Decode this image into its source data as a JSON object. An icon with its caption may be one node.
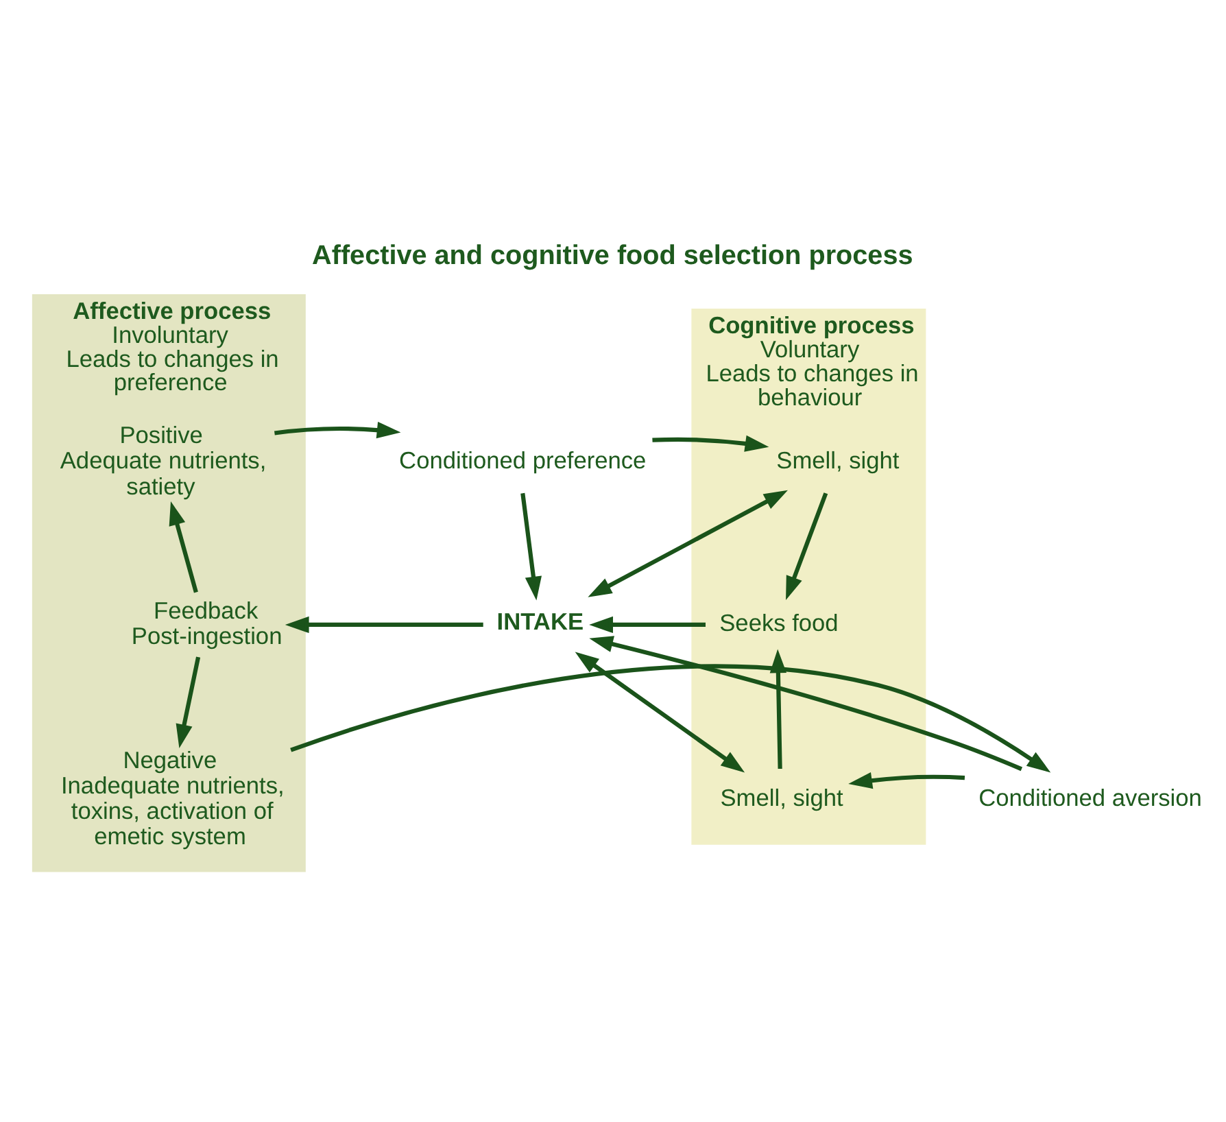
{
  "diagram": {
    "title": "Affective and cognitive food selection process",
    "nodes": [
      {
        "text": [
          "Affective process",
          "Involuntary",
          "Leads to changes in preference"
        ]
      },
      {
        "text": [
          "Cognitive process",
          "Voluntary",
          "Leads to changes in behaviour"
        ]
      },
      {
        "text": [
          "Positive",
          "Adequate nutrients, satiety"
        ],
        "in": 0
      },
      {
        "text": [
          "Conditioned preference"
        ]
      },
      {
        "text": [
          "Smell, sight"
        ],
        "in": 1
      },
      {
        "text": [
          "Feedback",
          "Post-ingestion"
        ],
        "in": 0
      },
      {
        "text": [
          "INTAKE"
        ]
      },
      {
        "text": [
          "Seeks food"
        ],
        "in": 1
      },
      {
        "text": [
          "Negative",
          "Inadequate nutrients, toxins, activation of emetic system"
        ],
        "in": 0
      },
      {
        "text": [
          "Conditioned aversion"
        ]
      },
      {
        "text": [
          "Smell, sight"
        ],
        "in": 1
      }
    ],
    "edges": [
      {
        "from": 2,
        "to": 3,
        "arrow": "to"
      },
      {
        "from": 3,
        "to": 4,
        "arrow": "to"
      },
      {
        "from": 3,
        "to": 6,
        "arrow": "to"
      },
      {
        "from": 4,
        "to": 6,
        "arrow": "both"
      },
      {
        "from": 4,
        "to": 7,
        "arrow": "to"
      },
      {
        "from": 7,
        "to": 6,
        "arrow": "to"
      },
      {
        "from": 6,
        "to": 5,
        "arrow": "to"
      },
      {
        "from": 5,
        "to": 2,
        "arrow": "to"
      },
      {
        "from": 5,
        "to": 8,
        "arrow": "to"
      },
      {
        "from": 8,
        "to": 9,
        "arrow": "to"
      },
      {
        "from": 9,
        "to": 6,
        "arrow": "to"
      },
      {
        "from": 9,
        "to": 10,
        "arrow": "to"
      },
      {
        "from": 10,
        "to": 7,
        "arrow": "to"
      },
      {
        "from": 6,
        "to": 10,
        "arrow": "both"
      }
    ]
  }
}
